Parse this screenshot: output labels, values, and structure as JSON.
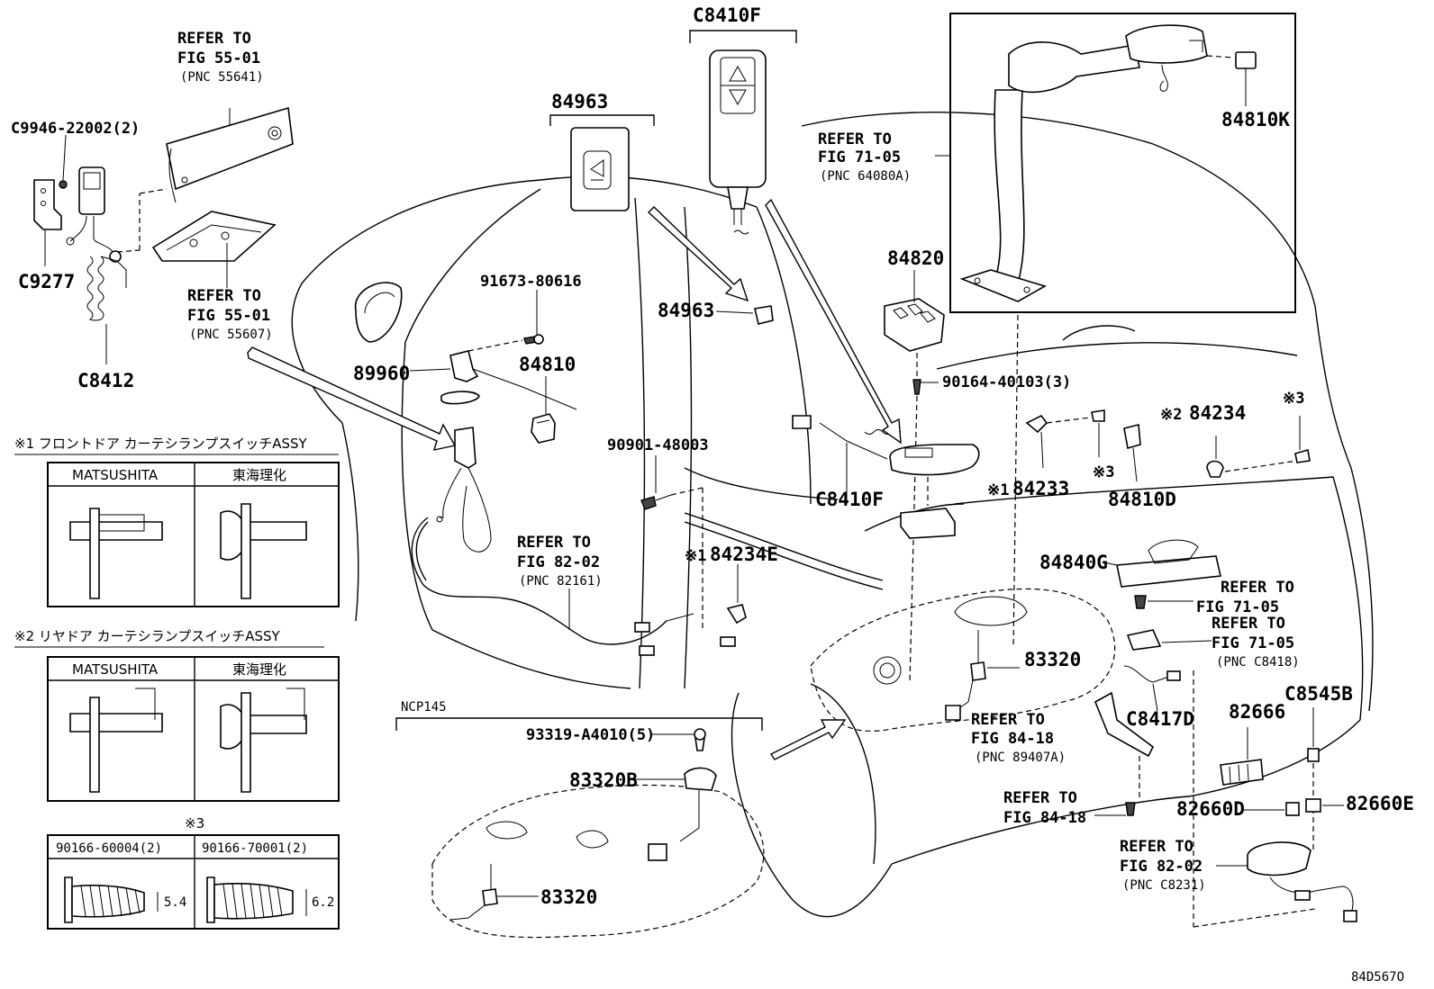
{
  "labels": {
    "refer_5501_a_1": "REFER TO",
    "refer_5501_a_2": "FIG 55-01",
    "refer_5501_a_3": "(PNC 55641)",
    "c9946": "C9946-22002(2)",
    "c9277": "C9277",
    "refer_5501_b_1": "REFER TO",
    "refer_5501_b_2": "FIG 55-01",
    "refer_5501_b_3": "(PNC 55607)",
    "c8412": "C8412",
    "c8410f_top": "C8410F",
    "p84963_top": "84963",
    "p91673": "91673-80616",
    "p89960": "89960",
    "p84810": "84810",
    "p84963_mid": "84963",
    "refer_7105_a_1": "REFER TO",
    "refer_7105_a_2": "FIG 71-05",
    "refer_7105_a_3": "(PNC 64080A)",
    "p84810k": "84810K",
    "p84820": "84820",
    "p90164": "90164-40103(3)",
    "p90901": "90901-48003",
    "c8410f_mid": "C8410F",
    "mark3_a": "※3",
    "p84233": "84233",
    "mark1_a": "※1",
    "mark3_b": "※3",
    "mark2_a": "※2",
    "p84234": "84234",
    "p84810d": "84810D",
    "mark1_b": "※1",
    "p84234e": "84234E",
    "refer_8202_a_1": "REFER TO",
    "refer_8202_a_2": "FIG 82-02",
    "refer_8202_a_3": "(PNC 82161)",
    "p84840g": "84840G",
    "refer_7105_b_1": "REFER TO",
    "refer_7105_b_2": "FIG 71-05",
    "refer_7105_c_1": "REFER TO",
    "refer_7105_c_2": "FIG 71-05",
    "refer_7105_c_3": "(PNC C8418)",
    "p83320_mid": "83320",
    "refer_8418_a_1": "REFER TO",
    "refer_8418_a_2": "FIG 84-18",
    "refer_8418_a_3": "(PNC 89407A)",
    "c8417d": "C8417D",
    "p82666": "82666",
    "c8545b": "C8545B",
    "refer_8418_b_1": "REFER TO",
    "refer_8418_b_2": "FIG 84-18",
    "p82660d": "82660D",
    "p82660e": "82660E",
    "refer_8202_b_1": "REFER TO",
    "refer_8202_b_2": "FIG 82-02",
    "refer_8202_b_3": "(PNC C8231)",
    "ncp145": "NCP145",
    "p93319": "93319-A4010(5)",
    "p83320b": "83320B",
    "p83320_low": "83320",
    "fig_code": "84D567O"
  },
  "legend1": {
    "title": "※1 フロントドア カーテシランプスイッチASSY",
    "col_a": "MATSUSHITA",
    "col_b": "東海理化"
  },
  "legend2": {
    "title": "※2 リヤドア カーテシランプスイッチASSY",
    "col_a": "MATSUSHITA",
    "col_b": "東海理化"
  },
  "legend3": {
    "title": "※3",
    "col_a": "90166-60004(2)",
    "col_b": "90166-70001(2)",
    "dim_a": "5.4",
    "dim_b": "6.2"
  }
}
